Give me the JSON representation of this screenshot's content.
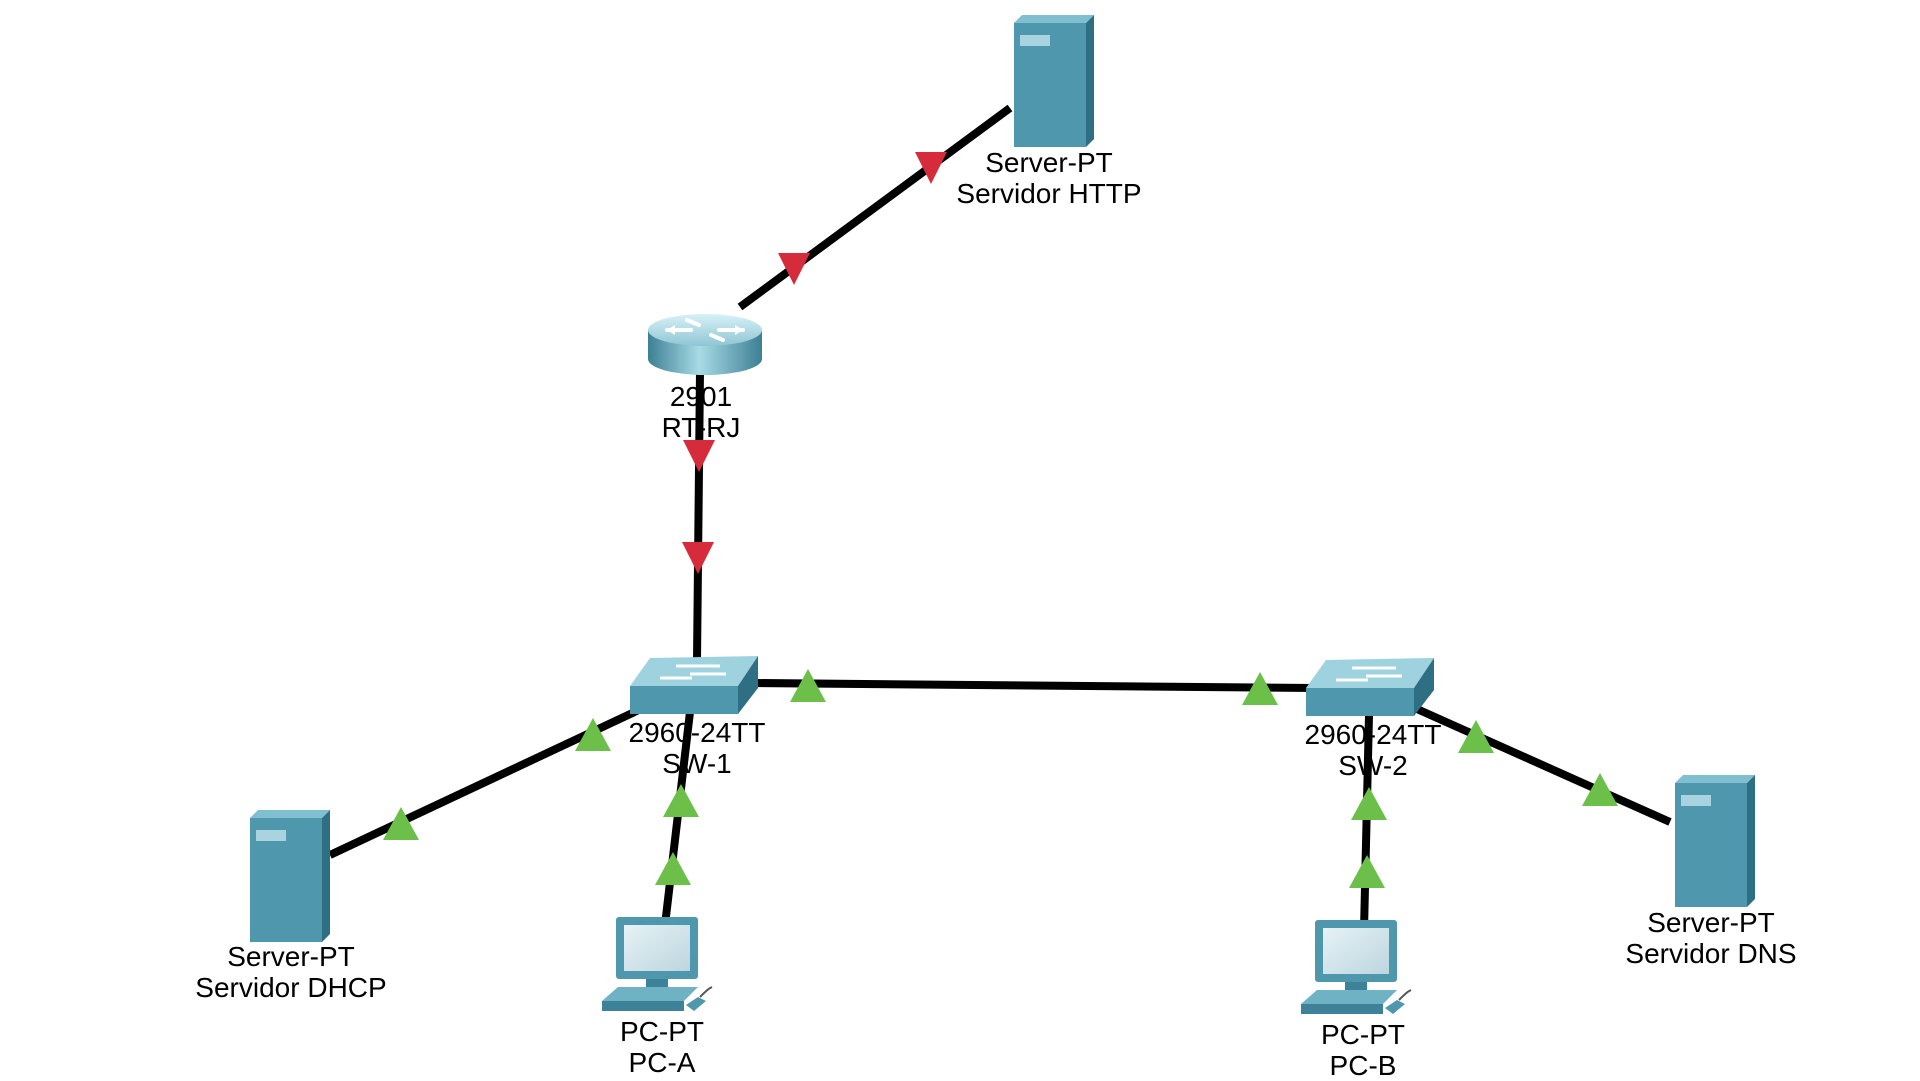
{
  "topology": {
    "devices": [
      {
        "id": "http",
        "kind": "server",
        "model": "Server-PT",
        "name": "Servidor HTTP"
      },
      {
        "id": "router",
        "kind": "router",
        "model": "2901",
        "name": "RT-RJ"
      },
      {
        "id": "sw1",
        "kind": "switch",
        "model": "2960-24TT",
        "name": "SW-1"
      },
      {
        "id": "sw2",
        "kind": "switch",
        "model": "2960-24TT",
        "name": "SW-2"
      },
      {
        "id": "dhcp",
        "kind": "server",
        "model": "Server-PT",
        "name": "Servidor DHCP"
      },
      {
        "id": "pca",
        "kind": "pc",
        "model": "PC-PT",
        "name": "PC-A"
      },
      {
        "id": "pcb",
        "kind": "pc",
        "model": "PC-PT",
        "name": "PC-B"
      },
      {
        "id": "dns",
        "kind": "server",
        "model": "Server-PT",
        "name": "Servidor DNS"
      }
    ],
    "links": [
      {
        "from": "router",
        "to": "http",
        "status": "down"
      },
      {
        "from": "router",
        "to": "sw1",
        "status": "down"
      },
      {
        "from": "sw1",
        "to": "sw2",
        "status": "up"
      },
      {
        "from": "sw1",
        "to": "dhcp",
        "status": "up"
      },
      {
        "from": "sw1",
        "to": "pca",
        "status": "up"
      },
      {
        "from": "sw2",
        "to": "pcb",
        "status": "up"
      },
      {
        "from": "sw2",
        "to": "dns",
        "status": "up"
      }
    ],
    "status_colors": {
      "up": "#6cc04a",
      "down": "#d62b3a"
    },
    "device_color": "#4f97ad"
  }
}
